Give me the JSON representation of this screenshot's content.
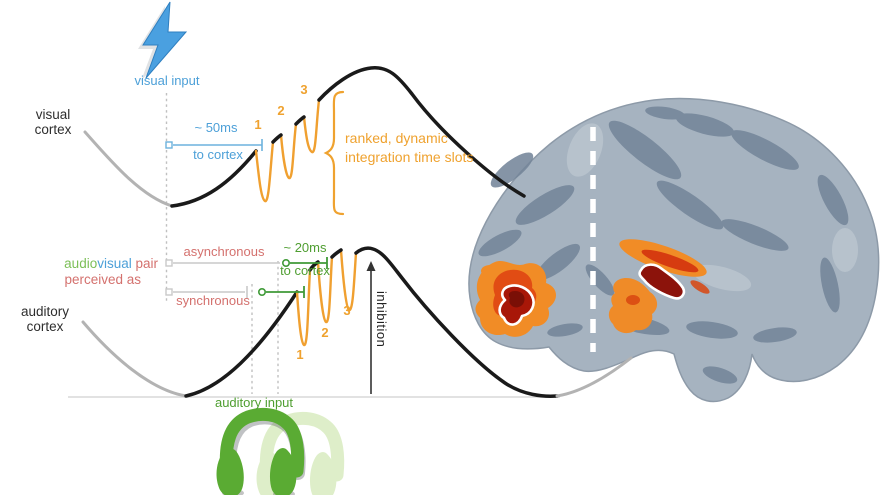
{
  "figure": {
    "visual": {
      "cortex_label": [
        "visual",
        "cortex"
      ],
      "input_label": "visual input",
      "delay": "~ 50ms",
      "delay_sub": "to cortex",
      "slots": [
        "1",
        "2",
        "3"
      ],
      "annotation": [
        "ranked, dynamic",
        "integration time slots"
      ]
    },
    "auditory": {
      "cortex_label": [
        "auditory",
        "cortex"
      ],
      "input_label": "auditory input",
      "delay": "~ 20ms",
      "delay_sub": "to cortex",
      "slots": [
        "1",
        "2",
        "3"
      ],
      "inhibition": "inhibition"
    },
    "perception": {
      "audio": "audio",
      "visual": "visual",
      "pair": " pair",
      "perceived": "perceived as",
      "asynchronous": "asynchronous",
      "synchronous": "synchronous"
    },
    "icons": {
      "lightning": "lightning-bolt-icon",
      "headphones": "headphones-icon"
    },
    "colors": {
      "visual_blue": "#4da0d8",
      "auditory_green": "#4f9e31",
      "audio_word_green": "#7cbf57",
      "perception_red": "#d4716e",
      "slots_orange": "#efa22f",
      "wave_black": "#1a1a1a",
      "wave_gray": "#b0b0b0",
      "baseline_gray": "#e2e2e2",
      "brain_base": "#a6b3c0",
      "brain_sulci": "#75869a",
      "activation_orange": "#f18c26",
      "activation_red": "#d63b10",
      "activation_core": "#8c130b",
      "divider_white": "#ffffff"
    }
  }
}
